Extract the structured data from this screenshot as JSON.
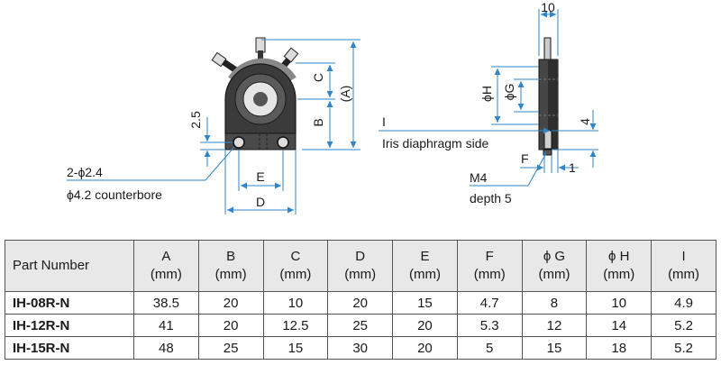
{
  "labels": {
    "top_width": "10",
    "dim_C": "C",
    "dim_A": "(A)",
    "dim_B": "B",
    "dim_2_5": "2.5",
    "dim_E": "E",
    "dim_D": "D",
    "hole_note_1": "2-ϕ2.4",
    "hole_note_2": "ϕ4.2 counterbore",
    "dim_phiH": "ϕH",
    "dim_phiG": "ϕG",
    "dim_I": "I",
    "iris_note": "Iris diaphragm side",
    "dim_4": "4",
    "dim_F": "F",
    "dim_1": "1",
    "thread_1": "M4",
    "thread_2": "depth 5"
  },
  "table": {
    "headers": [
      {
        "name": "Part Number",
        "unit": ""
      },
      {
        "name": "A",
        "unit": "(mm)"
      },
      {
        "name": "B",
        "unit": "(mm)"
      },
      {
        "name": "C",
        "unit": "(mm)"
      },
      {
        "name": "D",
        "unit": "(mm)"
      },
      {
        "name": "E",
        "unit": "(mm)"
      },
      {
        "name": "F",
        "unit": "(mm)"
      },
      {
        "name": "ϕ G",
        "unit": "(mm)"
      },
      {
        "name": "ϕ H",
        "unit": "(mm)"
      },
      {
        "name": "I",
        "unit": "(mm)"
      }
    ],
    "rows": [
      [
        "IH-08R-N",
        "38.5",
        "20",
        "10",
        "20",
        "15",
        "4.7",
        "8",
        "10",
        "4.9"
      ],
      [
        "IH-12R-N",
        "41",
        "20",
        "12.5",
        "25",
        "20",
        "5.3",
        "12",
        "14",
        "5.2"
      ],
      [
        "IH-15R-N",
        "48",
        "25",
        "15",
        "30",
        "20",
        "5",
        "15",
        "18",
        "5.2"
      ]
    ]
  }
}
